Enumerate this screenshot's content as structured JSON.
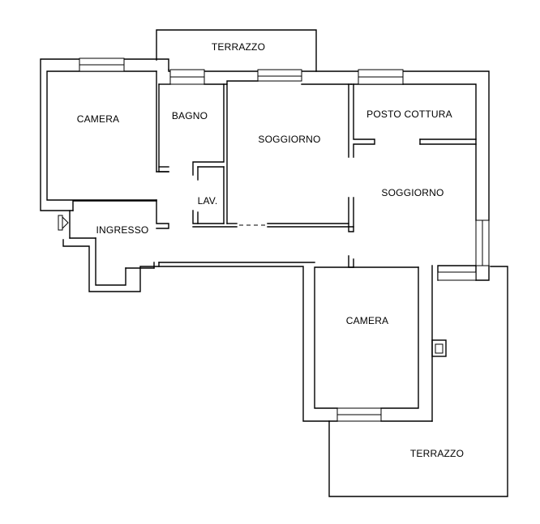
{
  "rooms": {
    "terrazzo_top": "TERRAZZO",
    "camera_left": "CAMERA",
    "bagno": "BAGNO",
    "soggiorno_center": "SOGGIORNO",
    "posto_cottura": "POSTO COTTURA",
    "soggiorno_right": "SOGGIORNO",
    "lav": "LAV.",
    "ingresso": "INGRESSO",
    "camera_bottom": "CAMERA",
    "terrazzo_bottom": "TERRAZZO"
  },
  "colors": {
    "line": "#000000",
    "background": "#ffffff"
  }
}
